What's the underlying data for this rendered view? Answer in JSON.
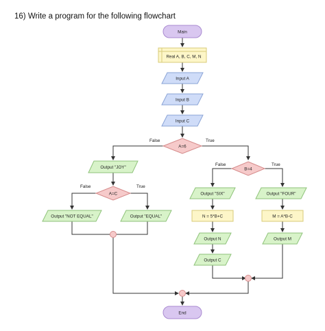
{
  "question": "16) Write a program for the following flowchart",
  "nodes": {
    "main": "Main",
    "declare": "Real A, B, C, M, N",
    "input_a": "Input A",
    "input_b": "Input B",
    "input_c": "Input C",
    "dec_a6": "A=6",
    "out_joy": "Output \"JOY\"",
    "dec_ac": "A=C",
    "out_not_equal": "Output \"NOT EQUAL\"",
    "out_equal": "Output \"EQUAL\"",
    "dec_b4": "B=4",
    "out_six": "Output \"SIX\"",
    "out_four": "Output \"FOUR\"",
    "assign_n": "N = 5*B+C",
    "assign_m": "M = A*B-C",
    "out_n": "Output N",
    "out_c": "Output C",
    "out_m": "Output M",
    "end": "End"
  },
  "branch_labels": {
    "a6_false": "False",
    "a6_true": "True",
    "ac_false": "False",
    "ac_true": "True",
    "b4_false": "False",
    "b4_true": "True"
  },
  "colors": {
    "terminal_fill": "#d9c7f0",
    "terminal_stroke": "#a98ad0",
    "process_fill": "#fdf6c8",
    "process_stroke": "#d8cb7a",
    "input_fill": "#cfdcf8",
    "input_stroke": "#8aa3d6",
    "output_fill": "#d8f3c9",
    "output_stroke": "#8ec27a",
    "decision_fill": "#f6caca",
    "decision_stroke": "#d58a8a",
    "line": "#333333"
  }
}
